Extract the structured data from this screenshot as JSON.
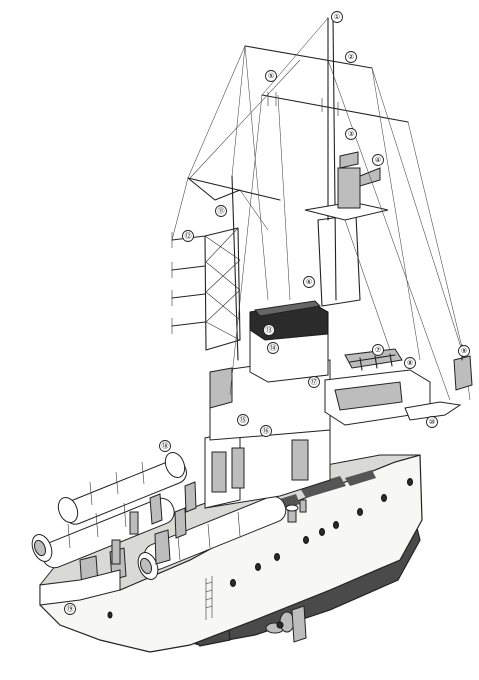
{
  "callouts": [
    {
      "id": "c1",
      "label": "①"
    },
    {
      "id": "c2",
      "label": "②"
    },
    {
      "id": "c3",
      "label": "③"
    },
    {
      "id": "c4",
      "label": "④"
    },
    {
      "id": "c5",
      "label": "⑤"
    },
    {
      "id": "c6",
      "label": "⑥"
    },
    {
      "id": "c7",
      "label": "⑦"
    },
    {
      "id": "c8",
      "label": "⑧"
    },
    {
      "id": "c9",
      "label": "⑨"
    },
    {
      "id": "c10",
      "label": "⑩"
    },
    {
      "id": "c11",
      "label": "⑪"
    },
    {
      "id": "c12",
      "label": "⑫"
    },
    {
      "id": "c13",
      "label": "⑬"
    },
    {
      "id": "c14",
      "label": "⑭"
    },
    {
      "id": "c15",
      "label": "⑮"
    },
    {
      "id": "c16",
      "label": "⑯"
    },
    {
      "id": "c17",
      "label": "⑰"
    },
    {
      "id": "c18",
      "label": "⑱"
    },
    {
      "id": "c19",
      "label": "⑲"
    }
  ]
}
